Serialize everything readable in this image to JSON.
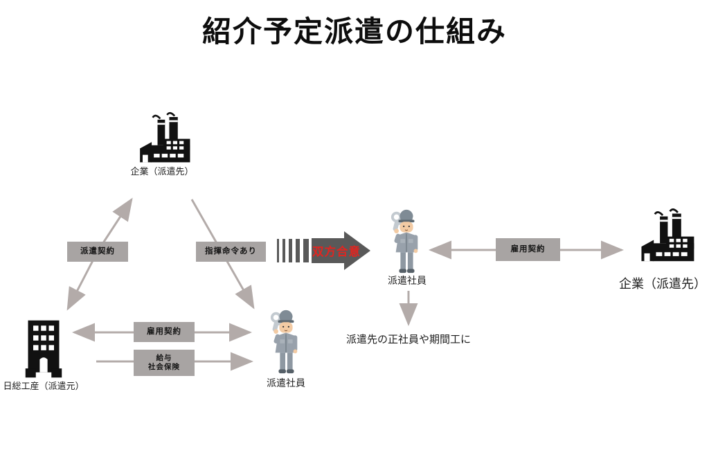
{
  "title": "紹介予定派遣の仕組み",
  "colors": {
    "box_bg": "#a8a4a3",
    "arrow_gray": "#b3aba9",
    "dark_arrow": "#595959",
    "accent_red": "#e3241f",
    "icon_black": "#111111"
  },
  "nodes": {
    "client_top": {
      "label": "企業（派遣先）"
    },
    "agency": {
      "label": "日総工産（派遣元）"
    },
    "worker_dispatched": {
      "label": "派遣社員"
    },
    "worker_agreed": {
      "label": "派遣社員"
    },
    "client_right": {
      "label": "企業（派遣先）"
    }
  },
  "relations": {
    "dispatch_contract": "派遣契約",
    "command_order": "指揮命令あり",
    "employment_contract": "雇用契約",
    "salary_line1": "給与",
    "salary_line2": "社会保険",
    "mutual_agreement": "双方合意",
    "employment_contract_right": "雇用契約",
    "outcome_note": "派遣先の正社員や期間工に"
  }
}
